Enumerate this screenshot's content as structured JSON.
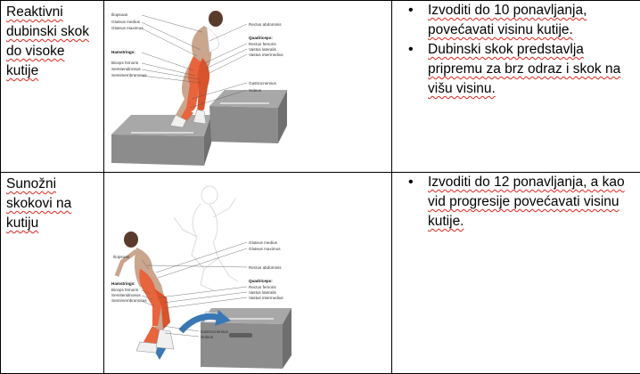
{
  "rows": [
    {
      "name_lines": [
        "Reaktivni",
        "dubinski skok",
        "do visoke",
        "kutije"
      ],
      "bullets": [
        "Izvoditi do 10 ponavljanja, povećavati visinu kutije.",
        "Dubinski skok predstavlja pripremu za brz odraz i skok na višu visinu."
      ],
      "figure_labels": {
        "left": [
          "Iliopsoas",
          "Gluteus medius",
          "Gluteus maximus",
          "Hamstrings:",
          "Biceps femoris",
          "Semitendinosus",
          "Semimembranosus"
        ],
        "right": [
          "Rectus abdominis",
          "Quadriceps:",
          "Rectus femoris",
          "Vastus lateralis",
          "Vastus intermedius",
          "Gastrocnemius",
          "Soleus"
        ]
      }
    },
    {
      "name_lines": [
        "Sunožni",
        "skokovi na",
        "kutiju"
      ],
      "bullets": [
        "Izvoditi do 12 ponavljanja, a kao vid progresije povećavati visinu kutije."
      ],
      "figure_labels": {
        "left": [
          "Iliopsoas",
          "Hamstrings:",
          "Biceps femoris",
          "Semitendinosus",
          "Semimembranosus"
        ],
        "right": [
          "Gluteus medius",
          "Gluteus maximus",
          "Rectus abdominis",
          "Quadriceps:",
          "Rectus femoris",
          "Vastus lateralis",
          "Vastus intermedius",
          "Gastrocnemius",
          "Soleus"
        ]
      }
    }
  ],
  "colors": {
    "muscle": "#e8643c",
    "box": "#8c8c8c",
    "arrow": "#3a78b5",
    "spellcheck": "#e0241b"
  }
}
